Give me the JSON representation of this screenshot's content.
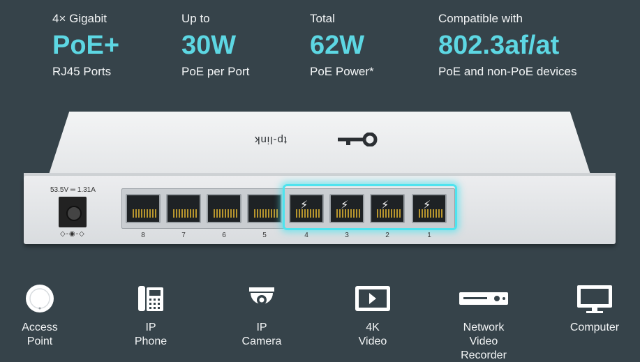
{
  "specs": [
    {
      "top": "4× Gigabit",
      "big": "PoE+",
      "bottom": "RJ45 Ports"
    },
    {
      "top": "Up to",
      "big": "30W",
      "bottom": "PoE per Port"
    },
    {
      "top": "Total",
      "big": "62W",
      "bottom": "PoE Power*"
    },
    {
      "top": "Compatible with",
      "big": "802.3af/at",
      "bottom": "PoE and non-PoE devices"
    }
  ],
  "device": {
    "brand": "tp-link",
    "power_label": "53.5V ═ 1.31A",
    "polarity": "◇-◉-◇",
    "port_numbers": [
      "8",
      "7",
      "6",
      "5",
      "4",
      "3",
      "2",
      "1"
    ]
  },
  "devices": [
    {
      "line1": "Access",
      "line2": "Point",
      "icon": "access-point-icon"
    },
    {
      "line1": "IP",
      "line2": "Phone",
      "icon": "ip-phone-icon"
    },
    {
      "line1": "IP",
      "line2": "Camera",
      "icon": "ip-camera-icon"
    },
    {
      "line1": "4K",
      "line2": "Video",
      "icon": "video-icon"
    },
    {
      "line1": "Network",
      "line2": "Video Recorder",
      "icon": "nvr-icon"
    },
    {
      "line1": "Computer",
      "line2": "",
      "icon": "computer-icon"
    }
  ],
  "colors": {
    "background": "#36434a",
    "accent": "#5dd7e3",
    "glow": "#4fe3ee"
  }
}
